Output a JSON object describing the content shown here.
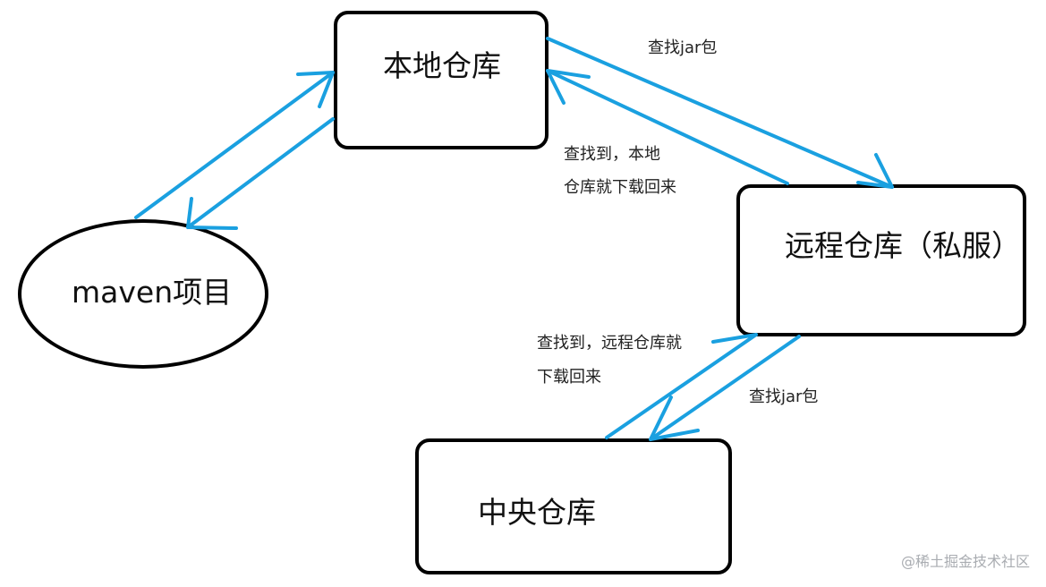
{
  "colors": {
    "arrow": "#1aa0e0",
    "box_border": "#000000",
    "text": "#111111",
    "watermark": "#a9acb1"
  },
  "nodes": {
    "local_repo": "本地仓库",
    "remote_repo": "远程仓库（私服）",
    "central_repo": "中央仓库",
    "maven_project": "maven项目"
  },
  "edge_labels": {
    "local_to_remote": "查找jar包",
    "remote_to_local_line1": "查找到，本地",
    "remote_to_local_line2": "仓库就下载回来",
    "central_to_remote_line1": "查找到，远程仓库就",
    "central_to_remote_line2": "下载回来",
    "remote_to_central": "查找jar包"
  },
  "watermark": "@稀土掘金技术社区"
}
